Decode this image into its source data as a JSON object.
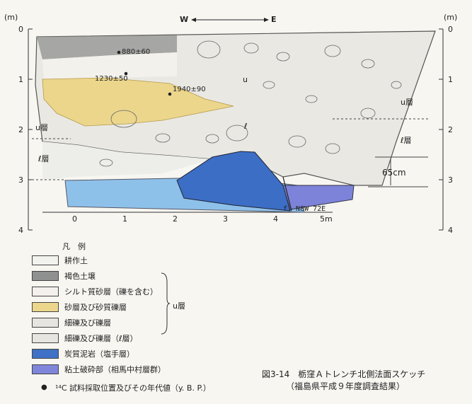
{
  "axes": {
    "left_unit": "(m)",
    "right_unit": "(m)",
    "left_ticks": [
      "0",
      "1",
      "2",
      "3",
      "4"
    ],
    "right_ticks": [
      "0",
      "1",
      "2",
      "3",
      "4"
    ],
    "bottom_ticks": [
      "0",
      "1",
      "2",
      "3",
      "4",
      "5m"
    ]
  },
  "orientation": {
    "west": "W",
    "east": "E"
  },
  "annotations": {
    "dates": [
      "880±60",
      "1230±50",
      "1940±90"
    ],
    "u_layer_mark": "u",
    "l_layer_mark": "ℓ",
    "left_u_layer": "u層",
    "left_l_layer": "ℓ層",
    "right_u_layer": "u層",
    "right_l_layer": "ℓ層",
    "offset": "65cm",
    "fault": "f. N8W 72E"
  },
  "legend": {
    "title": "凡　例",
    "items": [
      {
        "label": "耕作土",
        "color": "#f2f2ee"
      },
      {
        "label": "褐色土壌",
        "color": "#8f9190"
      },
      {
        "label": "シルト質砂層（礫を含む）",
        "color": "#f4f1ec"
      },
      {
        "label": "砂層及び砂質礫層",
        "color": "#ecd68c"
      },
      {
        "label": "細礫及び礫層",
        "color": "#e6e5e0"
      },
      {
        "label": "細礫及び礫層（ℓ層）",
        "color": "#e6e5e0"
      },
      {
        "label": "炭質泥岩（塩手層）",
        "color": "#3f72c6"
      },
      {
        "label": "粘土破砕部（相馬中村層群）",
        "color": "#7f86da"
      }
    ],
    "group_label": "u層",
    "c14_note": "¹⁴C 試料採取位置及びその年代値（y. B. P.）"
  },
  "caption": {
    "line1": "図3-14　栃窪Ａトレンチ北側法面スケッチ",
    "line2": "（福島県平成９年度調査結果）"
  }
}
